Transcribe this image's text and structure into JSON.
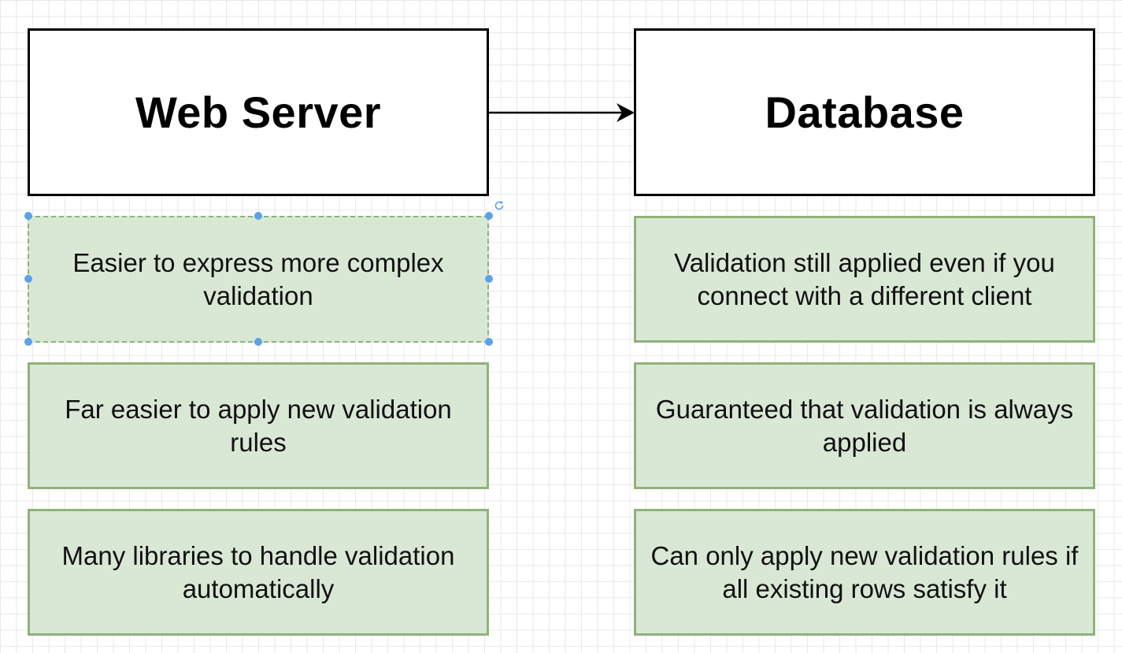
{
  "diagram": {
    "nodes": {
      "web_server": "Web Server",
      "database": "Database"
    },
    "web_server_notes": [
      "Easier to express more complex validation",
      "Far easier to apply new validation rules",
      "Many libraries to handle validation automatically"
    ],
    "database_notes": [
      "Validation still applied even if you connect with a different client",
      "Guaranteed that validation is always applied",
      "Can only apply new validation rules if all existing rows satisfy it"
    ],
    "edges": [
      {
        "from": "web_server",
        "to": "database"
      }
    ]
  },
  "icons": {
    "rotate": "rotate-icon"
  },
  "colors": {
    "note_fill": "#d9e8d5",
    "note_border": "#8fb27a",
    "selection": "#5aa2e8"
  }
}
